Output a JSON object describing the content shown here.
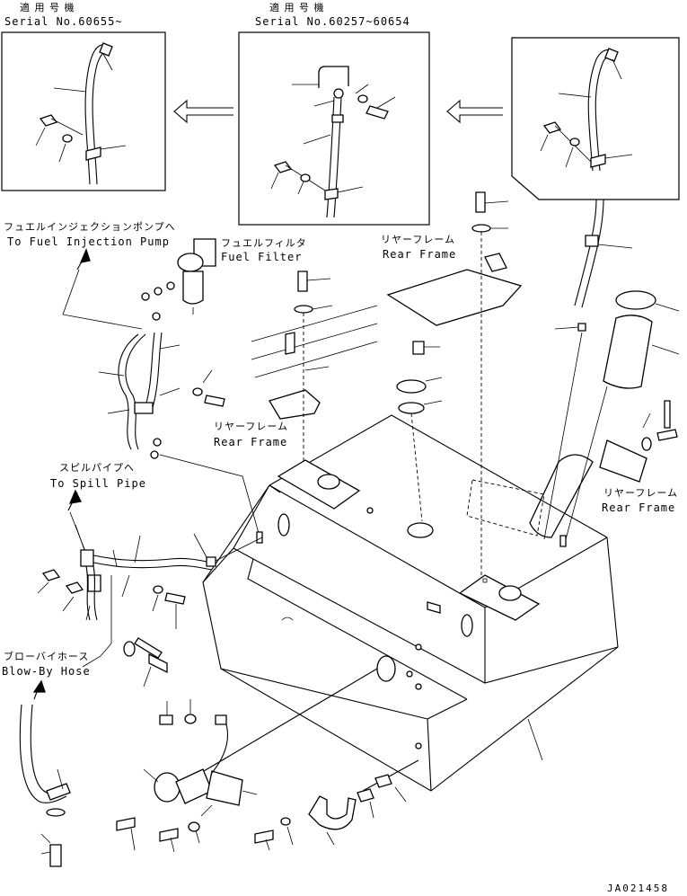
{
  "drawing_code": "JA021458",
  "insets": [
    {
      "applicable_jp": "適 用 号 機",
      "serial": "Serial No.60655~"
    },
    {
      "applicable_jp": "適 用 号 機",
      "serial": "Serial No.60257~60654"
    },
    {
      "applicable_jp": "",
      "serial": ""
    }
  ],
  "labels": {
    "fuel_injection_pump_jp": "フュエルインジェクションポンプへ",
    "fuel_injection_pump_en": "To Fuel Injection Pump",
    "fuel_filter_jp": "フュエルフィルタ",
    "fuel_filter_en": "Fuel Filter",
    "rear_frame_top_jp": "リヤーフレーム",
    "rear_frame_top_en": "Rear Frame",
    "rear_frame_mid_jp": "リヤーフレーム",
    "rear_frame_mid_en": "Rear Frame",
    "rear_frame_right_jp": "リヤーフレーム",
    "rear_frame_right_en": "Rear Frame",
    "spill_pipe_jp": "スピルパイプへ",
    "spill_pipe_en": "To Spill Pipe",
    "blow_by_hose_jp": "ブローバイホース",
    "blow_by_hose_en": "Blow-By Hose"
  }
}
